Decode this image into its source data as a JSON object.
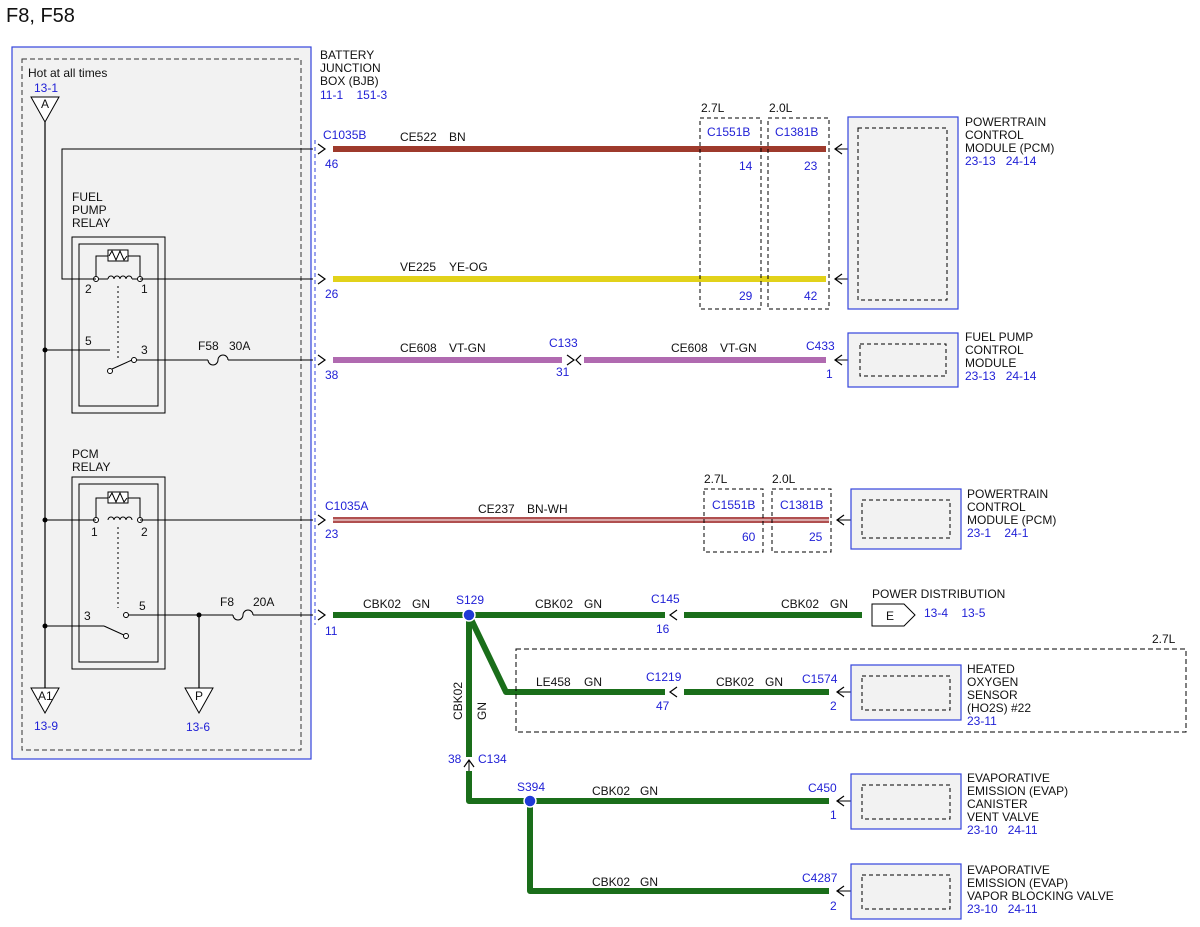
{
  "title": "F8, F58",
  "colors": {
    "BN": "#9e3a2c",
    "YE-OG": "#e2d21a",
    "VT-GN": "#b06ab0",
    "BN-WH": "#b05050",
    "GN": "#1a6e1a",
    "link": "#1f1fd6",
    "bjb_fill": "#f2f2f2",
    "box_border": "#3344dd"
  },
  "bjb": {
    "label_lines": [
      "BATTERY",
      "JUNCTION",
      "BOX (BJB)"
    ],
    "refs": "11-1    151-3",
    "hot_label": "Hot at all times",
    "hot_ref": "13-1",
    "connector_a": "A",
    "connector_a1": "A1",
    "connector_a1_ref": "13-9",
    "connector_p": "P",
    "connector_p_ref": "13-6",
    "fuel_pump_relay": [
      "FUEL",
      "PUMP",
      "RELAY"
    ],
    "fpr_pins": {
      "p2": "2",
      "p1": "1",
      "p5": "5",
      "p3": "3"
    },
    "pcm_relay": [
      "PCM",
      "RELAY"
    ],
    "pcmr_pins": {
      "p1": "1",
      "p2": "2",
      "p3": "3",
      "p5": "5"
    },
    "fuse_f58": "F58",
    "fuse_f58_amps": "30A",
    "fuse_f8": "F8",
    "fuse_f8_amps": "20A"
  },
  "engine_labels": {
    "e27": "2.7L",
    "e20": "2.0L"
  },
  "wire1": {
    "conn": "C1035B",
    "pin": "46",
    "circuit": "CE522",
    "color": "BN",
    "c1551b": "C1551B",
    "c1551b_pin": "14",
    "c1381b": "C1381B",
    "c1381b_pin": "23"
  },
  "wire2": {
    "pin": "26",
    "circuit": "VE225",
    "color": "YE-OG",
    "c1551b_pin": "29",
    "c1381b_pin": "42"
  },
  "pcm1": {
    "lines": [
      "POWERTRAIN",
      "CONTROL",
      "MODULE (PCM)"
    ],
    "refs": "23-13   24-14"
  },
  "wire3": {
    "pin": "38",
    "circuit1": "CE608",
    "color1": "VT-GN",
    "c133": "C133",
    "c133_pin": "31",
    "circuit2": "CE608",
    "color2": "VT-GN",
    "c433": "C433",
    "c433_pin": "1"
  },
  "fpcm": {
    "lines": [
      "FUEL PUMP",
      "CONTROL",
      "MODULE"
    ],
    "refs": "23-13   24-14"
  },
  "wire4": {
    "conn": "C1035A",
    "pin": "23",
    "circuit": "CE237",
    "color": "BN-WH",
    "c1551b": "C1551B",
    "c1551b_pin": "60",
    "c1381b": "C1381B",
    "c1381b_pin": "25"
  },
  "pcm2": {
    "lines": [
      "POWERTRAIN",
      "CONTROL",
      "MODULE (PCM)"
    ],
    "refs": "23-1    24-1"
  },
  "wire5": {
    "pin": "11",
    "circuit": "CBK02",
    "color": "GN",
    "s129": "S129",
    "c145": "C145",
    "c145_pin": "16",
    "connector_e": "E",
    "power_dist": "POWER DISTRIBUTION",
    "power_refs": "13-4    13-5"
  },
  "ho2s_branch": {
    "engine": "2.7L",
    "circuit": "LE458",
    "color": "GN",
    "c1219": "C1219",
    "c1219_pin": "47",
    "circuit2": "CBK02",
    "color2": "GN",
    "c1574": "C1574",
    "c1574_pin": "2",
    "vert_circuit": "CBK02",
    "vert_color": "GN"
  },
  "ho2s": {
    "lines": [
      "HEATED",
      "OXYGEN",
      "SENSOR",
      "(HO2S) #22"
    ],
    "refs": "23-11"
  },
  "c134": {
    "name": "C134",
    "pin": "38"
  },
  "evap_vent_branch": {
    "s394": "S394",
    "circuit": "CBK02",
    "color": "GN",
    "c450": "C450",
    "c450_pin": "1"
  },
  "evap_vent": {
    "lines": [
      "EVAPORATIVE",
      "EMISSION (EVAP)",
      "CANISTER",
      "VENT VALVE"
    ],
    "refs": "23-10   24-11"
  },
  "evap_block_branch": {
    "circuit": "CBK02",
    "color": "GN",
    "c4287": "C4287",
    "c4287_pin": "2"
  },
  "evap_block": {
    "lines": [
      "EVAPORATIVE",
      "EMISSION (EVAP)",
      "VAPOR BLOCKING VALVE"
    ],
    "refs": "23-10   24-11"
  }
}
